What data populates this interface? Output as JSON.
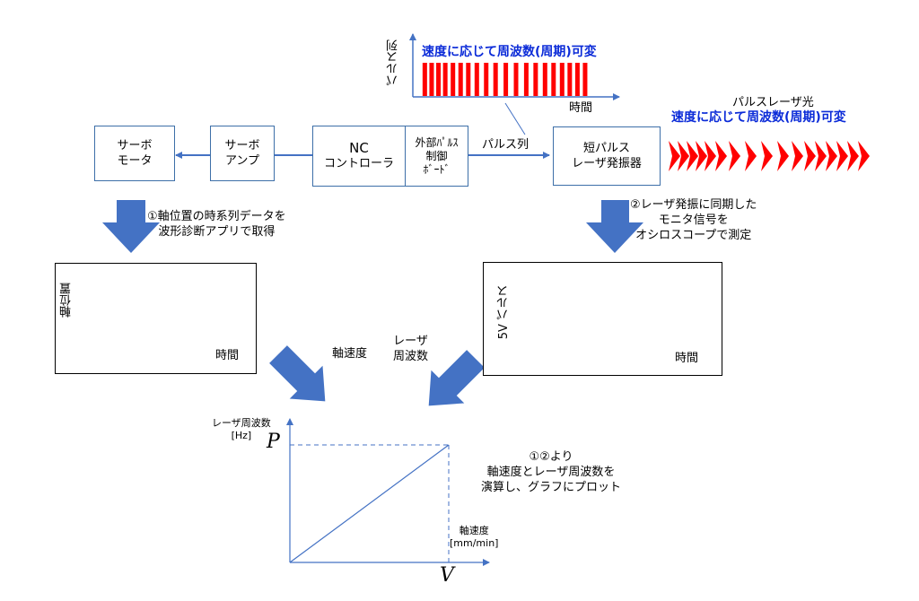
{
  "top_chart": {
    "ylabel": "パルス列",
    "xlabel": "時間",
    "annotation": "速度に応じて周波数(周期)可変",
    "pulse_positions": [
      1.5,
      5.5,
      9.5,
      13.5,
      18,
      22.5,
      27,
      32,
      37.5,
      43,
      49,
      55,
      61,
      66.5,
      72,
      77,
      82,
      86.5,
      91,
      95.5
    ],
    "pulse_color": "#ff0000"
  },
  "blocks": {
    "servo_motor": "サーボ\nモータ",
    "servo_amp": "サーボ\nアンプ",
    "nc_title": "NC",
    "nc_sub": "コントローラ",
    "pulse_board": "外部ﾊﾟﾙｽ\n制御\nﾎﾞｰﾄﾞ",
    "pulse_train_label": "パルス列",
    "laser": "短パルス\nレーザ発振器"
  },
  "laser_light": {
    "label": "パルスレーザ光",
    "annotation": "速度に応じて周波数(周期)可変"
  },
  "step1": {
    "text": "①軸位置の時系列データを\n波形診断アプリで取得"
  },
  "step2": {
    "text": "②レーザ発振に同期した\nモニタ信号を\nオシロスコープで測定"
  },
  "position_chart": {
    "ylabel": "軸位置",
    "xlabel": "時間"
  },
  "monitor_chart": {
    "ylabel": "5V パルス",
    "xlabel": "時間"
  },
  "arrow_labels": {
    "axis_speed": "軸速度",
    "laser_freq": "レーザ\n周波数"
  },
  "result_chart": {
    "ylabel": "レーザ周波数\n[Hz]",
    "ysym": "P",
    "xlabel": "軸速度\n[mm/min]",
    "xsym": "V",
    "note": "①②より\n軸速度とレーザ周波数を\n演算し、グラフにプロット"
  },
  "colors": {
    "flow": "#4472c4",
    "pulse": "#ff0000",
    "annotation": "#0b2bd8"
  }
}
